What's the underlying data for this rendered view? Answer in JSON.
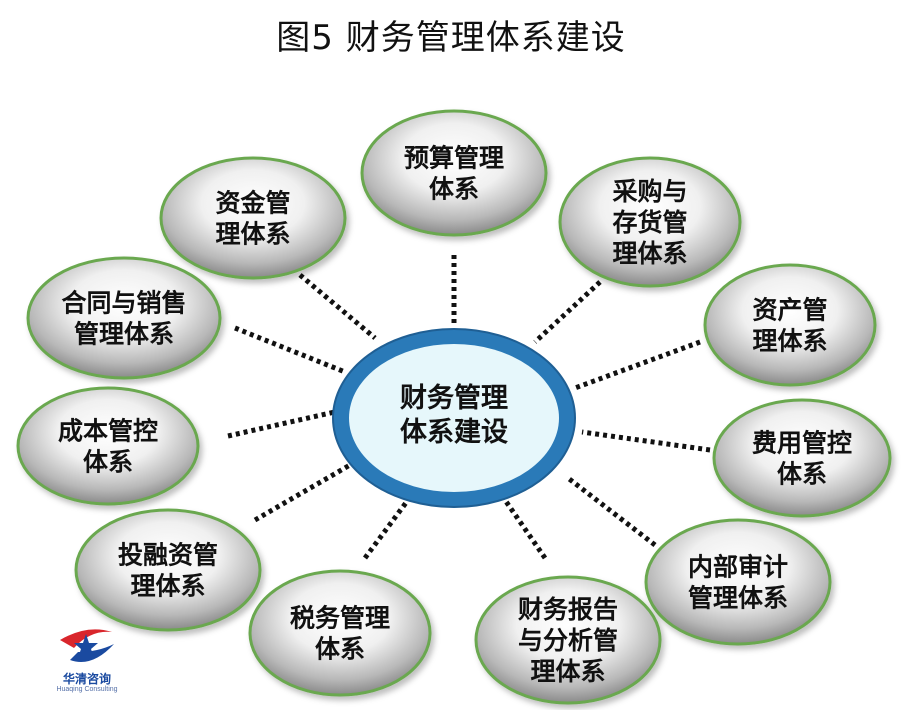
{
  "title": "图5  财务管理体系建设",
  "center": {
    "lines": [
      "财务管理",
      "体系建设"
    ]
  },
  "nodes": [
    {
      "id": "budget",
      "lines": [
        "预算管理",
        "体系"
      ]
    },
    {
      "id": "procure",
      "lines": [
        "采购与",
        "存货管",
        "理体系"
      ]
    },
    {
      "id": "asset",
      "lines": [
        "资产管",
        "理体系"
      ]
    },
    {
      "id": "expense",
      "lines": [
        "费用管控",
        "体系"
      ]
    },
    {
      "id": "audit",
      "lines": [
        "内部审计",
        "管理体系"
      ]
    },
    {
      "id": "report",
      "lines": [
        "财务报告",
        "与分析管",
        "理体系"
      ]
    },
    {
      "id": "tax",
      "lines": [
        "税务管理",
        "体系"
      ]
    },
    {
      "id": "invest",
      "lines": [
        "投融资管",
        "理体系"
      ]
    },
    {
      "id": "cost",
      "lines": [
        "成本管控",
        "体系"
      ]
    },
    {
      "id": "contract",
      "lines": [
        "合同与销售",
        "管理体系"
      ]
    },
    {
      "id": "fund",
      "lines": [
        "资金管",
        "理体系"
      ]
    }
  ],
  "logo": {
    "cn": "华清咨询",
    "en": "Huaqing Consulting"
  },
  "colors": {
    "ring": "#2a7ab8",
    "center_fill": "#e6f7fb",
    "node_border": "#6aa84f",
    "dots": "#111111"
  }
}
